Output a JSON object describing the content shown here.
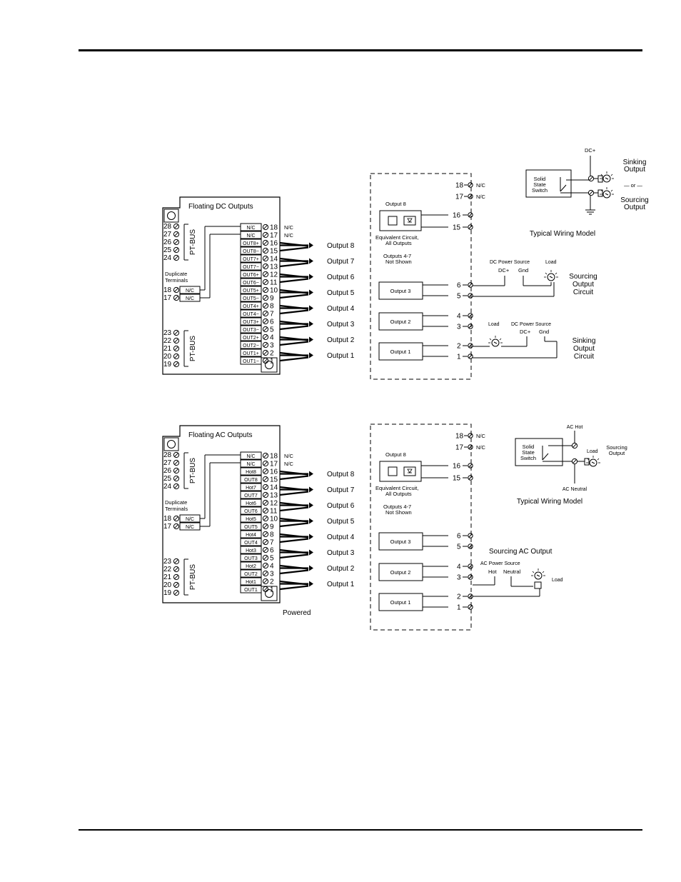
{
  "dc": {
    "title": "Floating DC Outputs",
    "ptbus_top": "PT-BUS",
    "ptbus_bottom": "PT-BUS",
    "left_top_terminals": [
      "28",
      "27",
      "26",
      "25",
      "24"
    ],
    "left_bottom_terminals": [
      "23",
      "22",
      "21",
      "20",
      "19"
    ],
    "duplicate_label": [
      "Duplicate",
      "Terminals"
    ],
    "dup_terminals": [
      {
        "num": "18",
        "label": "N/C"
      },
      {
        "num": "17",
        "label": "N/C"
      }
    ],
    "strip": [
      {
        "label": "N/C",
        "num": "18"
      },
      {
        "label": "N/C",
        "num": "17"
      },
      {
        "label": "OUT8+",
        "num": "16"
      },
      {
        "label": "OUT8−",
        "num": "15"
      },
      {
        "label": "OUT7+",
        "num": "14"
      },
      {
        "label": "OUT7−",
        "num": "13"
      },
      {
        "label": "OUT6+",
        "num": "12"
      },
      {
        "label": "OUT6−",
        "num": "11"
      },
      {
        "label": "OUT5+",
        "num": "10"
      },
      {
        "label": "OUT5−",
        "num": "9"
      },
      {
        "label": "OUT4+",
        "num": "8"
      },
      {
        "label": "OUT4−",
        "num": "7"
      },
      {
        "label": "OUT3+",
        "num": "6"
      },
      {
        "label": "OUT3−",
        "num": "5"
      },
      {
        "label": "OUT2+",
        "num": "4"
      },
      {
        "label": "OUT2−",
        "num": "3"
      },
      {
        "label": "OUT1+",
        "num": "2"
      },
      {
        "label": "OUT1−",
        "num": "1"
      }
    ],
    "nc_labels": [
      "N/C",
      "N/C"
    ],
    "outputs": [
      "Output 8",
      "Output 7",
      "Output 6",
      "Output 5",
      "Output 4",
      "Output 3",
      "Output 2",
      "Output 1"
    ],
    "equiv": {
      "top_terms": [
        {
          "num": "18",
          "label": "N/C"
        },
        {
          "num": "17",
          "label": "N/C"
        }
      ],
      "output8_label": "Output 8",
      "output8_terms": [
        "16",
        "15"
      ],
      "equiv_caption": [
        "Equivalent Circuit,",
        "All Outputs"
      ],
      "not_shown": [
        "Outputs 4-7",
        "Not Shown"
      ],
      "boxes": [
        {
          "label": "Output 3",
          "terms": [
            "6",
            "5"
          ]
        },
        {
          "label": "Output 2",
          "terms": [
            "4",
            "3"
          ]
        },
        {
          "label": "Output 1",
          "terms": [
            "2",
            "1"
          ]
        }
      ],
      "sourcing": {
        "source": "DC Power Source",
        "plus": "DC+",
        "gnd": "Gnd",
        "load": "Load",
        "caption": [
          "Sourcing",
          "Output",
          "Circuit"
        ]
      },
      "sinking": {
        "load": "Load",
        "source": "DC Power Source",
        "plus": "DC+",
        "gnd": "Gnd",
        "caption": [
          "Sinking",
          "Output",
          "Circuit"
        ]
      }
    },
    "typical": {
      "dcplus": "DC+",
      "switch": [
        "Solid",
        "State",
        "Switch"
      ],
      "sinking": [
        "Sinking",
        "Output"
      ],
      "or": "— or —",
      "sourcing": [
        "Sourcing",
        "Output"
      ],
      "caption": "Typical Wiring Model"
    }
  },
  "ac": {
    "title": "Floating AC Outputs",
    "ptbus_top": "PT-BUS",
    "ptbus_bottom": "PT-BUS",
    "left_top_terminals": [
      "28",
      "27",
      "26",
      "25",
      "24"
    ],
    "left_bottom_terminals": [
      "23",
      "22",
      "21",
      "20",
      "19"
    ],
    "duplicate_label": [
      "Duplicate",
      "Terminals"
    ],
    "dup_terminals": [
      {
        "num": "18",
        "label": "N/C"
      },
      {
        "num": "17",
        "label": "N/C"
      }
    ],
    "strip": [
      {
        "label": "N/C",
        "num": "18"
      },
      {
        "label": "N/C",
        "num": "17"
      },
      {
        "label": "Hot8",
        "num": "16"
      },
      {
        "label": "OUT8",
        "num": "15"
      },
      {
        "label": "Hot7",
        "num": "14"
      },
      {
        "label": "OUT7",
        "num": "13"
      },
      {
        "label": "Hot6",
        "num": "12"
      },
      {
        "label": "OUT6",
        "num": "11"
      },
      {
        "label": "Hot5",
        "num": "10"
      },
      {
        "label": "OUT5",
        "num": "9"
      },
      {
        "label": "Hot4",
        "num": "8"
      },
      {
        "label": "OUT4",
        "num": "7"
      },
      {
        "label": "Hot3",
        "num": "6"
      },
      {
        "label": "OUT3",
        "num": "5"
      },
      {
        "label": "Hot2",
        "num": "4"
      },
      {
        "label": "OUT2",
        "num": "3"
      },
      {
        "label": "Hot1",
        "num": "2"
      },
      {
        "label": "OUT1",
        "num": "1"
      }
    ],
    "nc_labels": [
      "N/C",
      "N/C"
    ],
    "outputs": [
      "Output 8",
      "Output 7",
      "Output 6",
      "Output 5",
      "Output 4",
      "Output 3",
      "Output 2",
      "Output 1"
    ],
    "powered": "Powered",
    "equiv": {
      "top_terms": [
        {
          "num": "18",
          "label": "N/C"
        },
        {
          "num": "17",
          "label": "N/C"
        }
      ],
      "output8_label": "Output 8",
      "output8_terms": [
        "16",
        "15"
      ],
      "equiv_caption": [
        "Equivalent Circuit,",
        "All Outputs"
      ],
      "not_shown": [
        "Outputs 4-7",
        "Not Shown"
      ],
      "boxes": [
        {
          "label": "Output 3",
          "terms": [
            "6",
            "5"
          ]
        },
        {
          "label": "Output 2",
          "terms": [
            "4",
            "3"
          ]
        },
        {
          "label": "Output 1",
          "terms": [
            "2",
            "1"
          ]
        }
      ],
      "sourcing_title": "Sourcing AC Output",
      "source": "AC Power Source",
      "hot": "Hot",
      "neutral": "Neutral",
      "load": "Load"
    },
    "typical": {
      "achot": "AC Hot",
      "switch": [
        "Solid",
        "State",
        "Switch"
      ],
      "load": "Load",
      "sourcing": [
        "Sourcing",
        "Output"
      ],
      "acneutral": "AC Neutral",
      "caption": "Typical Wiring Model"
    }
  }
}
